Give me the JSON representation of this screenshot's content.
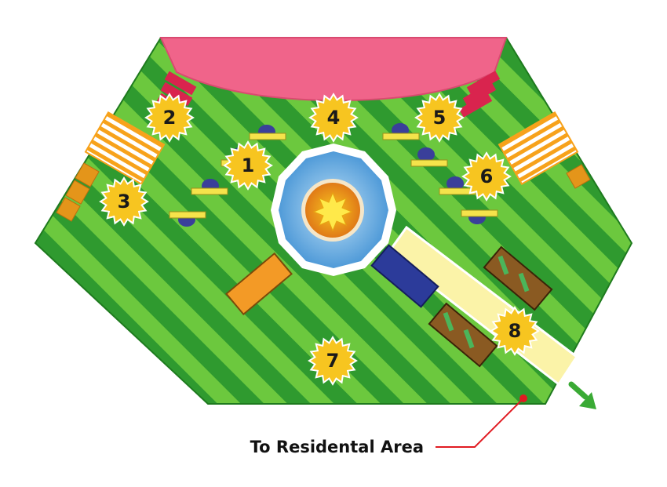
{
  "map": {
    "markers": [
      {
        "id": "1",
        "label": "1"
      },
      {
        "id": "2",
        "label": "2"
      },
      {
        "id": "3",
        "label": "3"
      },
      {
        "id": "4",
        "label": "4"
      },
      {
        "id": "5",
        "label": "5"
      },
      {
        "id": "6",
        "label": "6"
      },
      {
        "id": "7",
        "label": "7"
      },
      {
        "id": "8",
        "label": "8"
      }
    ],
    "caption": "To Residental Area",
    "icons": {
      "marker": "starburst-icon",
      "exit_arrow": "arrow-down-right-icon",
      "fountain_sun": "sun-icon"
    },
    "colors": {
      "lawn_dark": "#2f9a2f",
      "lawn_light": "#6cc83e",
      "stage": "#f0648a",
      "water": "#5fa8e0",
      "marker": "#f7c520",
      "path": "#fbf3a8",
      "leader_line": "#e11b22",
      "exit_arrow": "#3aaa35"
    }
  }
}
